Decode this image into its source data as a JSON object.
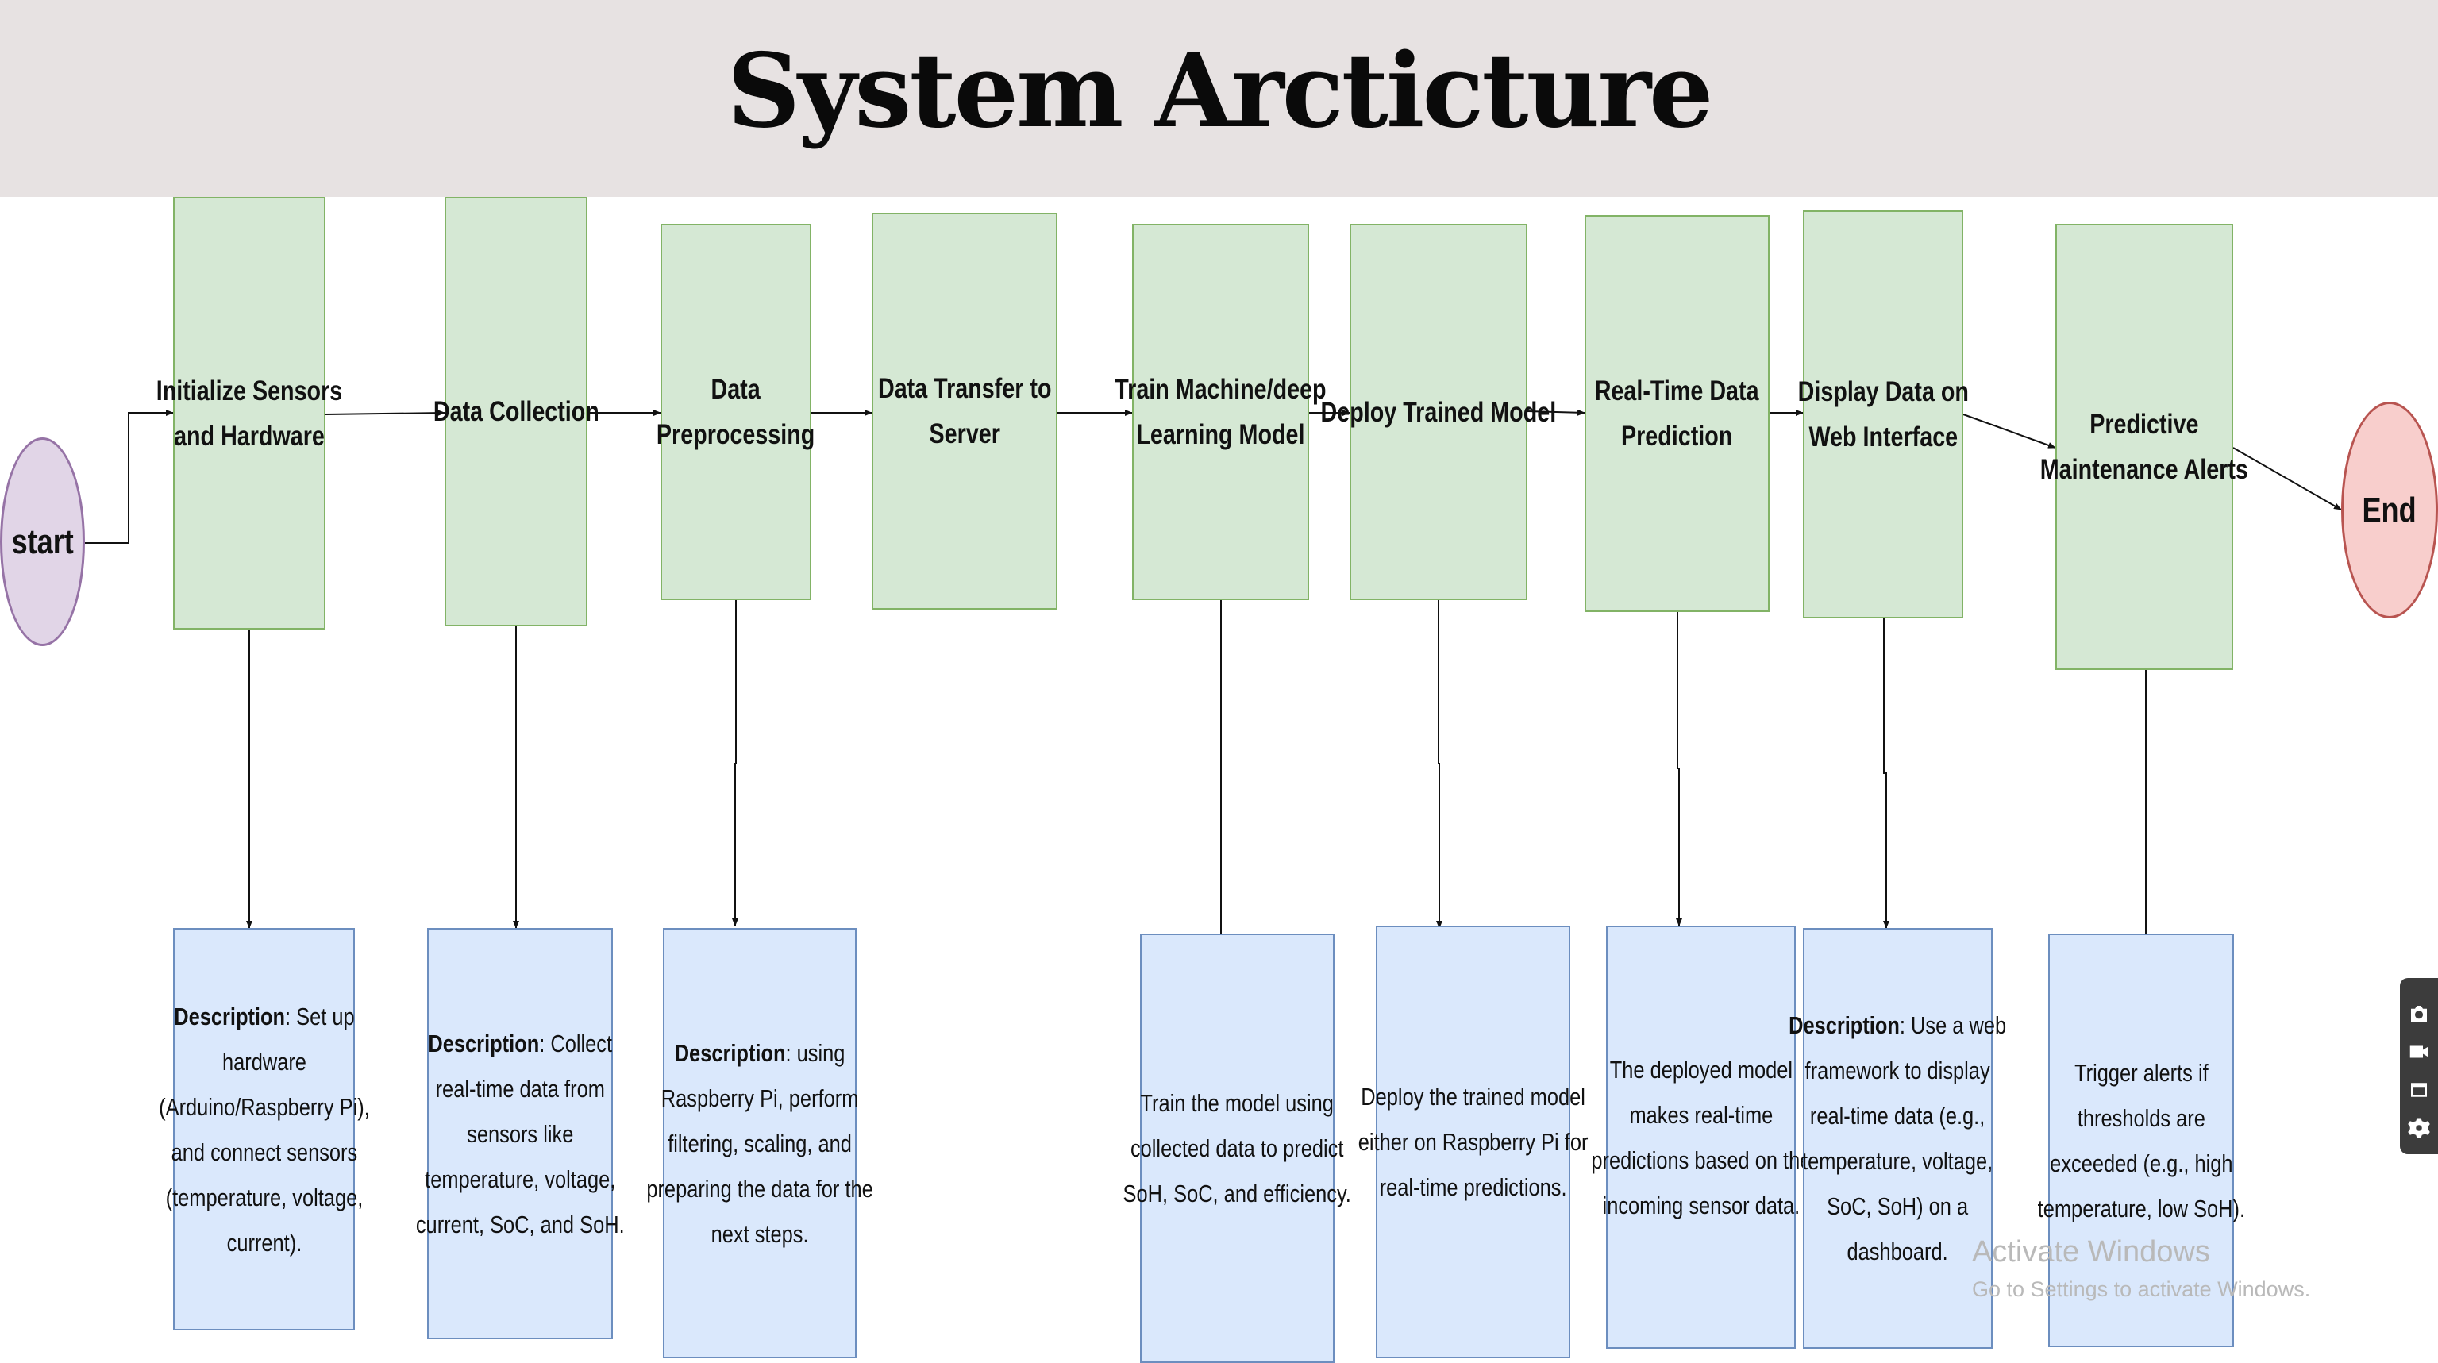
{
  "title": "System Arcticture",
  "start_label": "start",
  "end_label": "End",
  "steps": [
    {
      "lines": [
        "Initialize Sensors",
        "and Hardware"
      ]
    },
    {
      "lines": [
        "Data Collection"
      ]
    },
    {
      "lines": [
        "Data",
        "Preprocessing"
      ]
    },
    {
      "lines": [
        "Data Transfer to",
        "Server"
      ]
    },
    {
      "lines": [
        "Train Machine/deep",
        "Learning Model"
      ]
    },
    {
      "lines": [
        "Deploy Trained Model"
      ]
    },
    {
      "lines": [
        "Real-Time Data",
        "Prediction"
      ]
    },
    {
      "lines": [
        "Display Data on",
        "Web Interface"
      ]
    },
    {
      "lines": [
        "Predictive",
        "Maintenance Alerts"
      ]
    }
  ],
  "descriptions": [
    {
      "label": "Description",
      "lines": [
        ": Set up",
        "hardware",
        "(Arduino/Raspberry Pi),",
        "and connect sensors",
        "(temperature, voltage,",
        "current)."
      ]
    },
    {
      "label": "Description",
      "lines": [
        ": Collect",
        "real-time data from",
        "sensors like",
        "temperature, voltage,",
        "current, SoC, and SoH."
      ]
    },
    {
      "label": "Description",
      "lines": [
        ": using",
        "Raspberry Pi, perform",
        "filtering, scaling, and",
        "preparing the data for the",
        "next steps."
      ]
    },
    {
      "label": "",
      "lines": [
        "Train the model using",
        "collected data to predict",
        "SoH, SoC, and efficiency."
      ]
    },
    {
      "label": "",
      "lines": [
        "Deploy the trained model",
        "either on Raspberry Pi for",
        "real-time predictions."
      ]
    },
    {
      "label": "",
      "lines": [
        "The deployed model",
        "makes real-time",
        "predictions based on the",
        "incoming sensor data."
      ]
    },
    {
      "label": "Description",
      "lines": [
        ": Use a web",
        "framework to display",
        "real-time data (e.g.,",
        "temperature, voltage,",
        "SoC, SoH) on a",
        "dashboard."
      ]
    },
    {
      "label": "",
      "lines": [
        "Trigger alerts if",
        "thresholds are",
        "exceeded (e.g., high",
        "temperature, low SoH)."
      ]
    }
  ],
  "watermark": {
    "title": "Activate Windows",
    "subtitle": "Go to Settings to activate Windows."
  },
  "toolbar": {
    "icons": [
      "camera-icon",
      "video-icon",
      "window-icon",
      "gear-icon"
    ]
  },
  "colors": {
    "step_fill": "#d5e8d4",
    "step_border": "#82b366",
    "desc_fill": "#dae8fc",
    "desc_border": "#6c8ebf",
    "start_fill": "#e1d5e7",
    "end_fill": "#f8cecc",
    "title_band": "#e7e2e2"
  }
}
